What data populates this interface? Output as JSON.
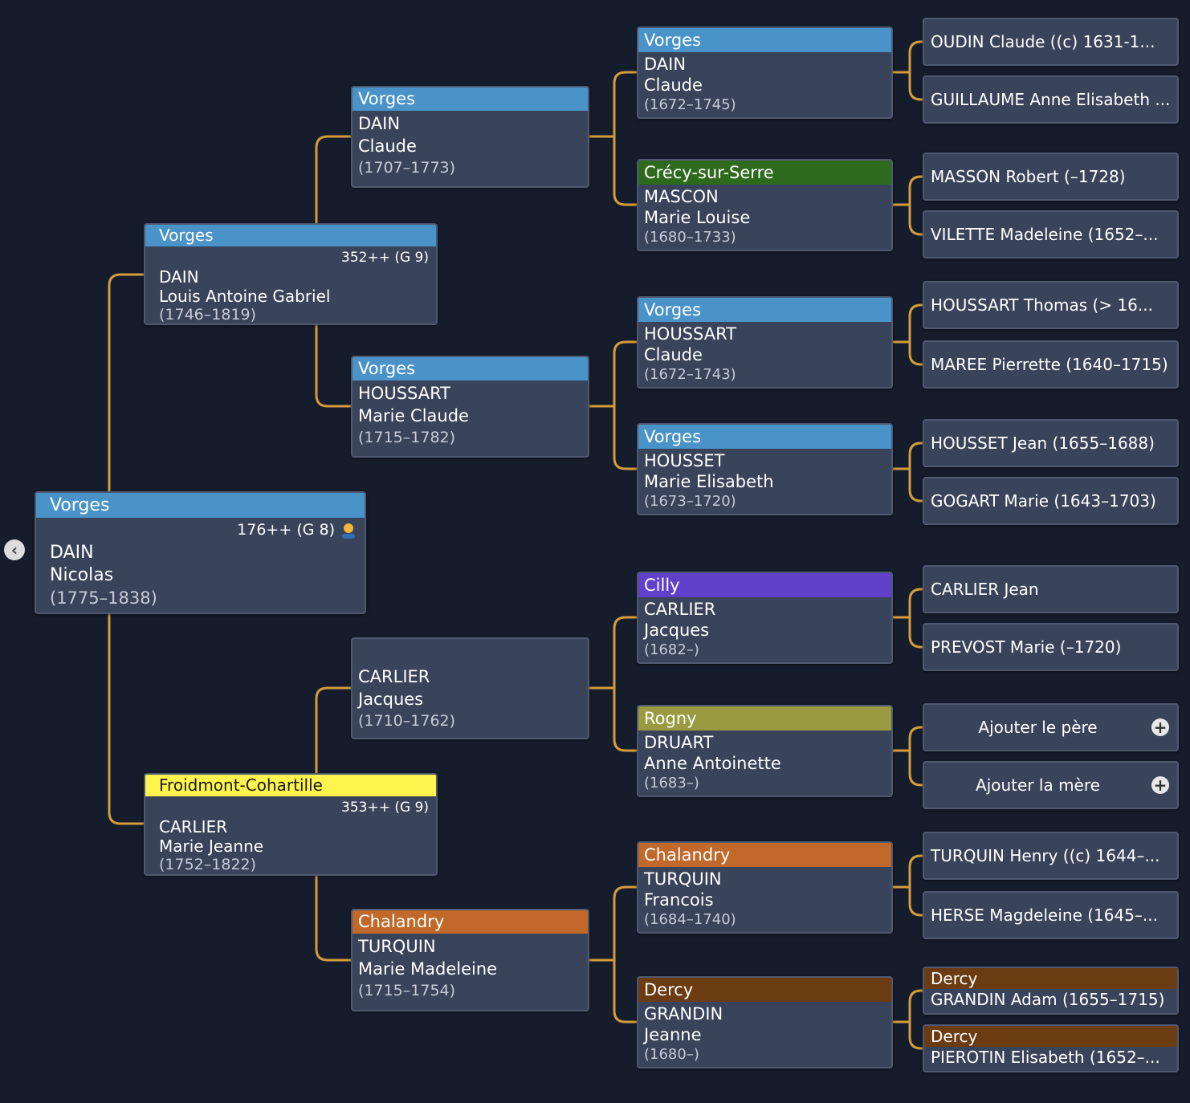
{
  "root": {
    "place": "Vorges",
    "place_color": "#4a93c8",
    "sosa": "176++ (G 8)",
    "surname": "DAIN",
    "given": "Nicolas",
    "dates": "(1775–1838)"
  },
  "gen2": [
    {
      "place": "Vorges",
      "place_color": "#4a93c8",
      "sosa": "352++ (G 9)",
      "surname": "DAIN",
      "given": "Louis Antoine Gabriel",
      "dates": "(1746–1819)"
    },
    {
      "place": "Froidmont-Cohartille",
      "place_color": "#fdf44d",
      "sosa": "353++ (G 9)",
      "surname": "CARLIER",
      "given": "Marie Jeanne",
      "dates": "(1752–1822)"
    }
  ],
  "gen3": [
    {
      "place": "Vorges",
      "place_color": "#4a93c8",
      "surname": "DAIN",
      "given": "Claude",
      "dates": "(1707–1773)"
    },
    {
      "place": "Vorges",
      "place_color": "#4a93c8",
      "surname": "HOUSSART",
      "given": "Marie Claude",
      "dates": "(1715–1782)"
    },
    {
      "place": "",
      "place_color": "",
      "surname": "CARLIER",
      "given": "Jacques",
      "dates": "(1710–1762)"
    },
    {
      "place": "Chalandry",
      "place_color": "#c0692a",
      "surname": "TURQUIN",
      "given": "Marie Madeleine",
      "dates": "(1715–1754)"
    }
  ],
  "gen4": [
    {
      "place": "Vorges",
      "place_color": "#4a93c8",
      "surname": "DAIN",
      "given": "Claude",
      "dates": "(1672–1745)"
    },
    {
      "place": "Crécy-sur-Serre",
      "place_color": "#2e6a1e",
      "surname": "MASCON",
      "given": "Marie Louise",
      "dates": "(1680–1733)"
    },
    {
      "place": "Vorges",
      "place_color": "#4a93c8",
      "surname": "HOUSSART",
      "given": "Claude",
      "dates": "(1672–1743)"
    },
    {
      "place": "Vorges",
      "place_color": "#4a93c8",
      "surname": "HOUSSET",
      "given": "Marie Elisabeth",
      "dates": "(1673–1720)"
    },
    {
      "place": "Cilly",
      "place_color": "#6040c8",
      "surname": "CARLIER",
      "given": "Jacques",
      "dates": "(1682–)"
    },
    {
      "place": "Rogny",
      "place_color": "#9a9a40",
      "surname": "DRUART",
      "given": "Anne Antoinette",
      "dates": "(1683–)"
    },
    {
      "place": "Chalandry",
      "place_color": "#c0692a",
      "surname": "TURQUIN",
      "given": "Francois",
      "dates": "(1684–1740)"
    },
    {
      "place": "Dercy",
      "place_color": "#6b3b12",
      "surname": "GRANDIN",
      "given": "Jeanne",
      "dates": "(1680–)"
    }
  ],
  "gen5": [
    {
      "label": "OUDIN Claude ((c) 1631-1..."
    },
    {
      "label": "GUILLAUME Anne Elisabeth ..."
    },
    {
      "label": "MASSON Robert (–1728)"
    },
    {
      "label": "VILETTE Madeleine (1652–..."
    },
    {
      "label": "HOUSSART Thomas (> 16..."
    },
    {
      "label": "MAREE Pierrette (1640–1715)"
    },
    {
      "label": "HOUSSET Jean (1655–1688)"
    },
    {
      "label": "GOGART Marie (1643–1703)"
    },
    {
      "label": "CARLIER Jean"
    },
    {
      "label": "PREVOST Marie (–1720)"
    },
    {
      "label": "Ajouter le père",
      "add": true
    },
    {
      "label": "Ajouter la mère",
      "add": true
    },
    {
      "label": "TURQUIN Henry ((c) 1644–..."
    },
    {
      "label": "HERSE Magdeleine (1645–..."
    },
    {
      "label": "GRANDIN Adam (1655–1715)",
      "place": "Dercy",
      "place_color": "#6b3b12"
    },
    {
      "label": "PIEROTIN Elisabeth (1652–...",
      "place": "Dercy",
      "place_color": "#6b3b12"
    }
  ],
  "colors": {
    "line": "#d59d3a",
    "card": "#39435a",
    "background": "#151c2c"
  },
  "icons": {
    "back": "chevron-left-icon",
    "add": "plus-icon",
    "root_marker": "person-icon"
  }
}
